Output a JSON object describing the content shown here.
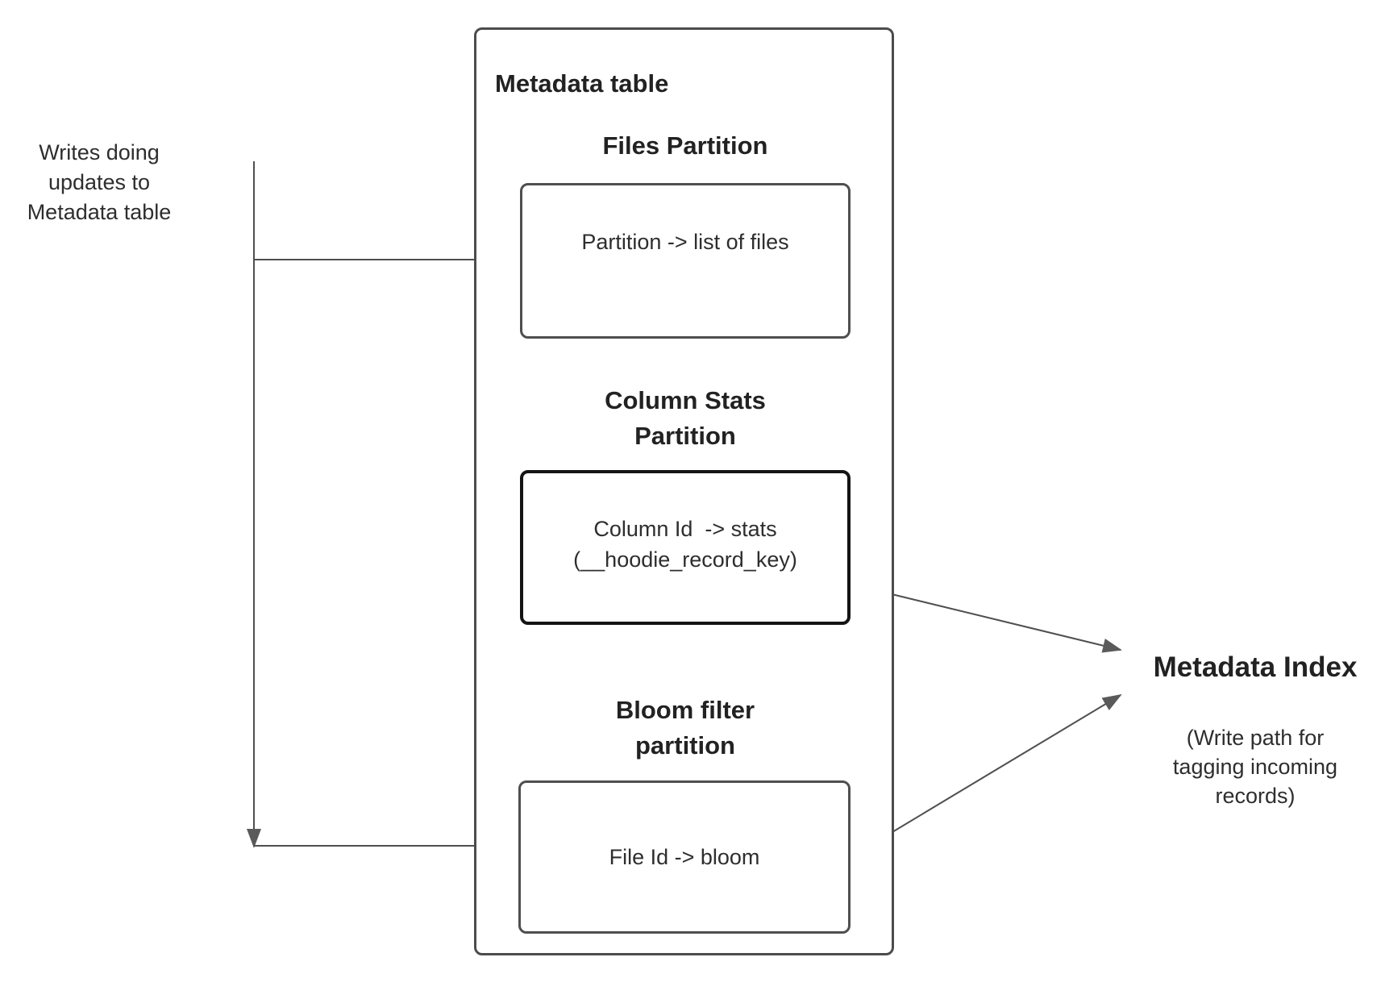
{
  "colors": {
    "background": "#ffffff",
    "line": "#4f4f4f",
    "box_border": "#4c4c4c",
    "column_stats_box_border": "#141414",
    "arrowhead": "#5a5a5a",
    "text": "#2a2a2a"
  },
  "left_note": {
    "lines": [
      "Writes doing",
      "updates to",
      "Metadata table"
    ]
  },
  "metadata_table": {
    "title": "Metadata table",
    "files_section": {
      "heading": "Files Partition",
      "box_text": "Partition -> list of files"
    },
    "column_stats_section": {
      "heading_lines": [
        "Column Stats",
        "Partition"
      ],
      "box_text": "Column Id  -> stats",
      "box_subtext": "(__hoodie_record_key)"
    },
    "bloom_section": {
      "heading_lines": [
        "Bloom filter",
        "partition"
      ],
      "box_text": "File Id -> bloom"
    }
  },
  "metadata_index": {
    "title": "Metadata Index",
    "subtitle_lines": [
      "(Write path for",
      "tagging incoming",
      "records)"
    ]
  }
}
